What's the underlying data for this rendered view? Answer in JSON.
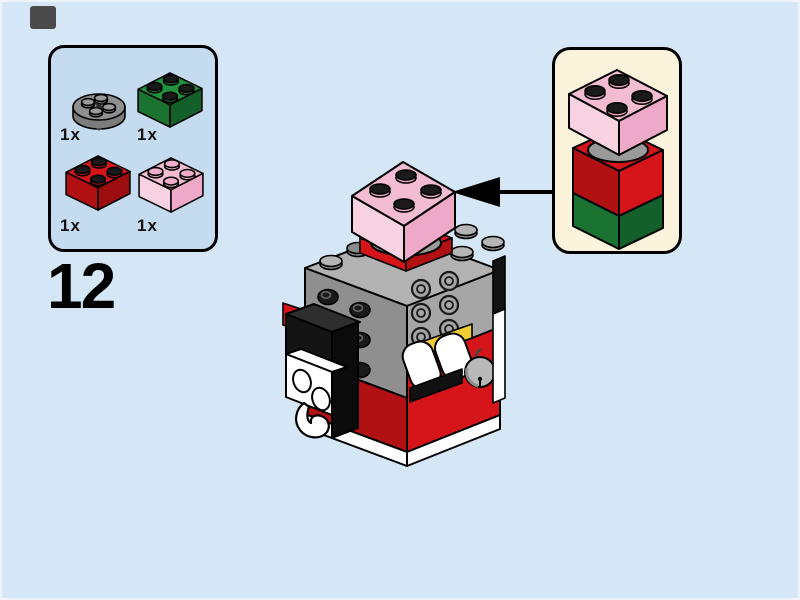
{
  "step": {
    "number": "12"
  },
  "parts_box": {
    "background": "#C5DBF0",
    "items": [
      {
        "part": "round-plate-2x2-gray",
        "label": "1x",
        "color_hex": "#8F8F8F"
      },
      {
        "part": "brick-2x2-green",
        "label": "1x",
        "color_hex": "#21913E"
      },
      {
        "part": "brick-2x2-red",
        "label": "1x",
        "color_hex": "#D6151A"
      },
      {
        "part": "brick-2x2-pink",
        "label": "1x",
        "color_hex": "#F4BCD3"
      }
    ]
  },
  "callout": {
    "background": "#FBF3DC",
    "stack_parts": [
      "brick-2x2-pink",
      "round-plate-2x2-gray",
      "brick-2x2-red",
      "brick-2x2-green"
    ]
  },
  "arrow": {
    "direction": "left",
    "color": "#000000"
  },
  "model": {
    "subject": "brickheadz-santa-figure"
  },
  "palette": {
    "page_bg": "#D5E7F7",
    "marker": "#4A4A4A",
    "box_blue": "#C5DBF0",
    "cream": "#FBF3DC",
    "red": "#D6151A",
    "red_dark": "#B21114",
    "red_deep": "#9C0D10",
    "green_top": "#21913E",
    "green_left": "#1B7331",
    "green_right": "#14602A",
    "pink_top": "#F4BCD3",
    "pink_left": "#F9D2E1",
    "pink_right": "#EFA9C8",
    "pink_stud": "#F0AECB",
    "gray_top": "#B2B2B2",
    "gray_left": "#8F8F8F",
    "gray_front": "#A6A6A6",
    "gray_dark": "#7C7C7C",
    "gray_plate": "#9A9A9A",
    "stud_black": "#1A1A1A",
    "yellow": "#F2CE35",
    "bell": "#B9B9B9",
    "black_piece": "#141414",
    "white": "#FFFFFF"
  }
}
